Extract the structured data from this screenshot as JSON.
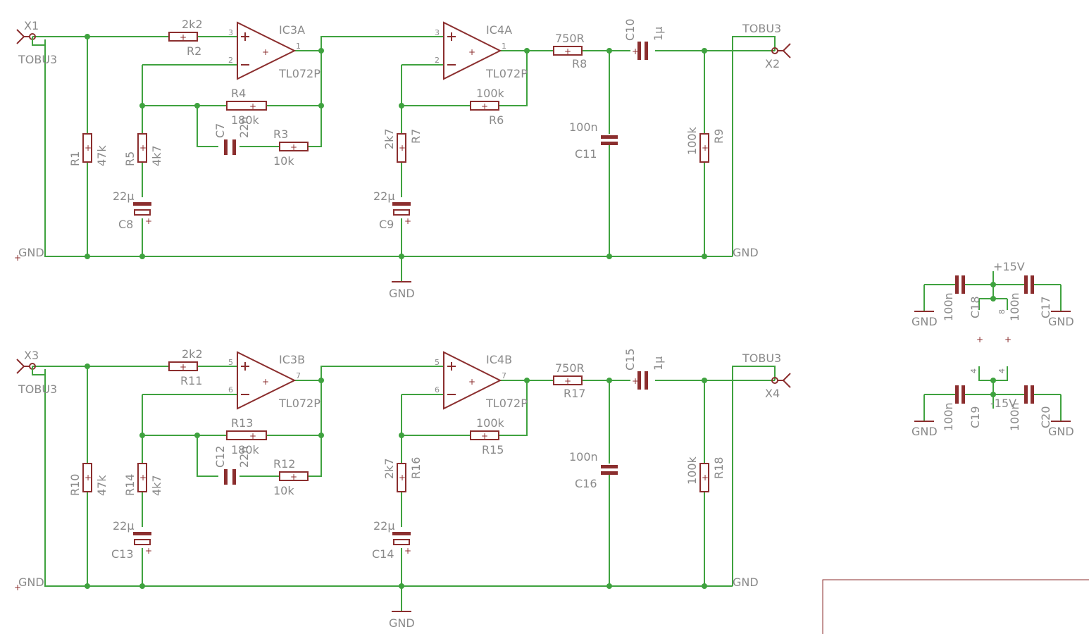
{
  "channels": [
    {
      "in_label": "X1",
      "in_net": "TOBU3",
      "r_in_name": "R2",
      "r_in_val": "2k2",
      "op1_name": "IC3A",
      "op1_type": "TL072P",
      "op1_pin_plus": "3",
      "op1_pin_minus": "2",
      "op1_pin_out": "1",
      "r_fb_name": "R4",
      "r_fb_val": "180k",
      "c_fb_name": "C7",
      "c_fb_val": "22n",
      "r_s_name": "R3",
      "r_s_val": "10k",
      "r_shunt_name": "R1",
      "r_shunt_val": "47k",
      "r_g_name": "R5",
      "r_g_val": "4k7",
      "c_g_name": "C8",
      "c_g_val": "22µ",
      "op2_name": "IC4A",
      "op2_type": "TL072P",
      "op2_pin_plus": "3",
      "op2_pin_minus": "2",
      "op2_pin_out": "1",
      "r_fb2_name": "R6",
      "r_fb2_val": "100k",
      "r_g2_name": "R7",
      "r_g2_val": "2k7",
      "c_g2_name": "C9",
      "c_g2_val": "22µ",
      "r_out_name": "R8",
      "r_out_val": "750R",
      "c_out_name": "C10",
      "c_out_val": "1µ",
      "c_f_name": "C11",
      "c_f_val": "100n",
      "r_l_name": "R9",
      "r_l_val": "100k",
      "out_label": "X2",
      "out_net": "TOBU3",
      "gnd_left": "GND",
      "gnd_right": "GND",
      "gnd_bottom": "GND"
    },
    {
      "in_label": "X3",
      "in_net": "TOBU3",
      "r_in_name": "R11",
      "r_in_val": "2k2",
      "op1_name": "IC3B",
      "op1_type": "TL072P",
      "op1_pin_plus": "5",
      "op1_pin_minus": "6",
      "op1_pin_out": "7",
      "r_fb_name": "R13",
      "r_fb_val": "180k",
      "c_fb_name": "C12",
      "c_fb_val": "22n",
      "r_s_name": "R12",
      "r_s_val": "10k",
      "r_shunt_name": "R10",
      "r_shunt_val": "47k",
      "r_g_name": "R14",
      "r_g_val": "4k7",
      "c_g_name": "C13",
      "c_g_val": "22µ",
      "op2_name": "IC4B",
      "op2_type": "TL072P",
      "op2_pin_plus": "5",
      "op2_pin_minus": "6",
      "op2_pin_out": "7",
      "r_fb2_name": "R15",
      "r_fb2_val": "100k",
      "r_g2_name": "R16",
      "r_g2_val": "2k7",
      "c_g2_name": "C14",
      "c_g2_val": "22µ",
      "r_out_name": "R17",
      "r_out_val": "750R",
      "c_out_name": "C15",
      "c_out_val": "1µ",
      "c_f_name": "C16",
      "c_f_val": "100n",
      "r_l_name": "R18",
      "r_l_val": "100k",
      "out_label": "X4",
      "out_net": "TOBU3",
      "gnd_left": "GND",
      "gnd_right": "GND",
      "gnd_bottom": "GND"
    }
  ],
  "power": {
    "pos_rail": "+15V",
    "neg_rail": "-15V",
    "pin_8": "8",
    "pin_4": "4",
    "caps": [
      {
        "name": "C18",
        "val": "100n",
        "gnd": "GND"
      },
      {
        "name": "C17",
        "val": "100n",
        "gnd": "GND"
      },
      {
        "name": "C19",
        "val": "100n",
        "gnd": "GND"
      },
      {
        "name": "C20",
        "val": "100n",
        "gnd": "GND"
      }
    ]
  },
  "colors": {
    "wire": "#3fa23f",
    "part": "#8b2e2e",
    "text": "#8a8a8a"
  }
}
